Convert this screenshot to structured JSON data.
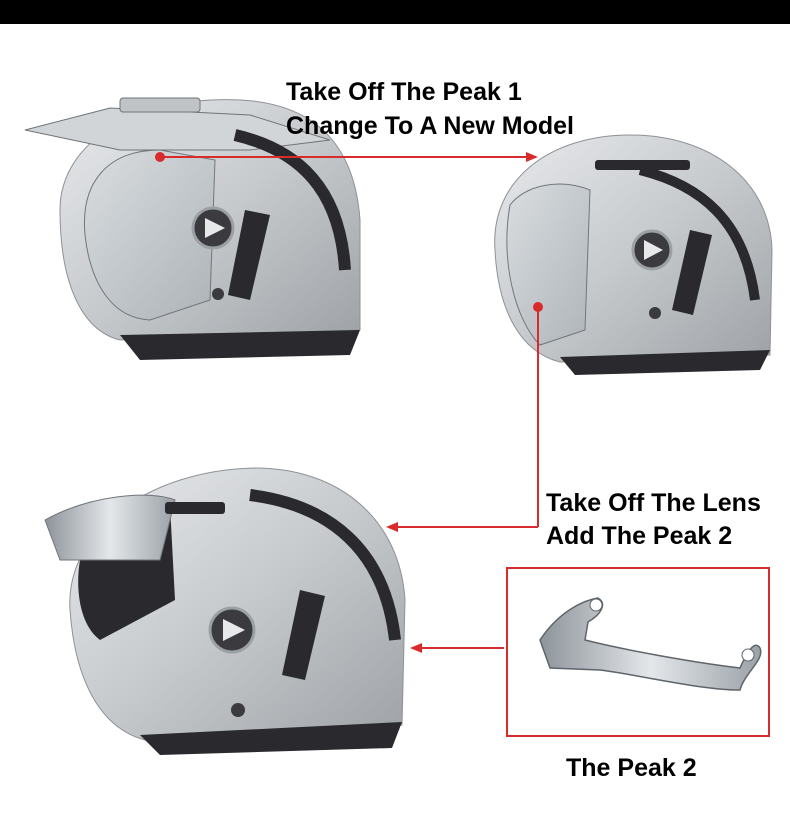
{
  "labels": {
    "peak1_line1": "Take Off The Peak 1",
    "peak1_line2": "Change To A New Model",
    "lens_line1": "Take Off The Lens",
    "lens_line2": "Add The Peak 2",
    "peak2_caption": "The Peak 2"
  },
  "colors": {
    "arrow": "#d92b2b",
    "text": "#000000",
    "helmet_shell": "#c9ccd0",
    "helmet_dark": "#2a2a2e",
    "peak_silver": "#b8bec4"
  },
  "icons": {
    "arrow_head": "arrow-head-icon",
    "start_dot": "dot-marker-icon"
  }
}
